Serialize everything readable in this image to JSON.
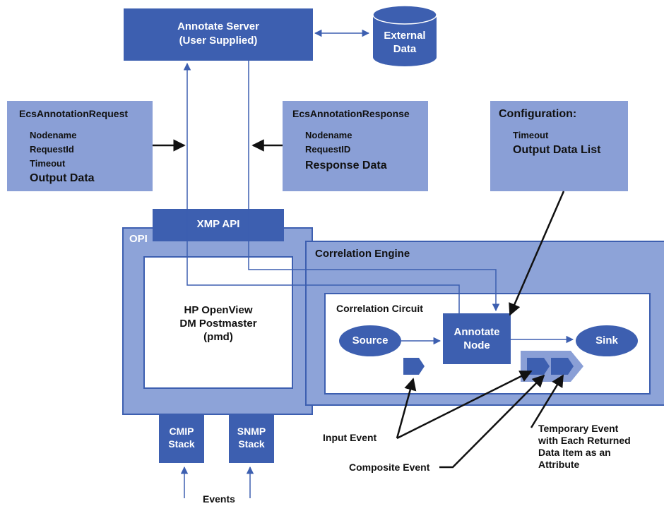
{
  "annotate_server": {
    "line1": "Annotate Server",
    "line2": "(User Supplied)"
  },
  "external_data": {
    "line1": "External",
    "line2": "Data"
  },
  "request_box": {
    "title": "EcsAnnotationRequest",
    "items": [
      "Nodename",
      "RequestId",
      "Timeout"
    ],
    "emphasis": "Output Data"
  },
  "response_box": {
    "title": "EcsAnnotationResponse",
    "items": [
      "Nodename",
      "RequestID"
    ],
    "emphasis": "Response Data"
  },
  "config_box": {
    "title": "Configuration:",
    "items": [
      "Timeout"
    ],
    "emphasis": "Output Data List"
  },
  "xmp_api": "XMP API",
  "opi": "OPI",
  "postmaster": {
    "line1": "HP OpenView",
    "line2": "DM Postmaster",
    "line3": "(pmd)"
  },
  "correlation_engine": "Correlation Engine",
  "correlation_circuit": "Correlation Circuit",
  "source": "Source",
  "annotate_node": {
    "line1": "Annotate",
    "line2": "Node"
  },
  "sink": "Sink",
  "cmip": {
    "line1": "CMIP",
    "line2": "Stack"
  },
  "snmp": {
    "line1": "SNMP",
    "line2": "Stack"
  },
  "events": "Events",
  "labels": {
    "input_event": "Input Event",
    "composite_event": "Composite Event",
    "temporary_event": [
      "Temporary Event",
      "with Each Returned",
      "Data Item as an",
      "Attribute"
    ]
  },
  "colors": {
    "dark_blue": "#3d5fb0",
    "light_blue": "#8a9fd6",
    "panel_blue": "#8da3d8",
    "white": "#ffffff",
    "ink": "#111111"
  }
}
